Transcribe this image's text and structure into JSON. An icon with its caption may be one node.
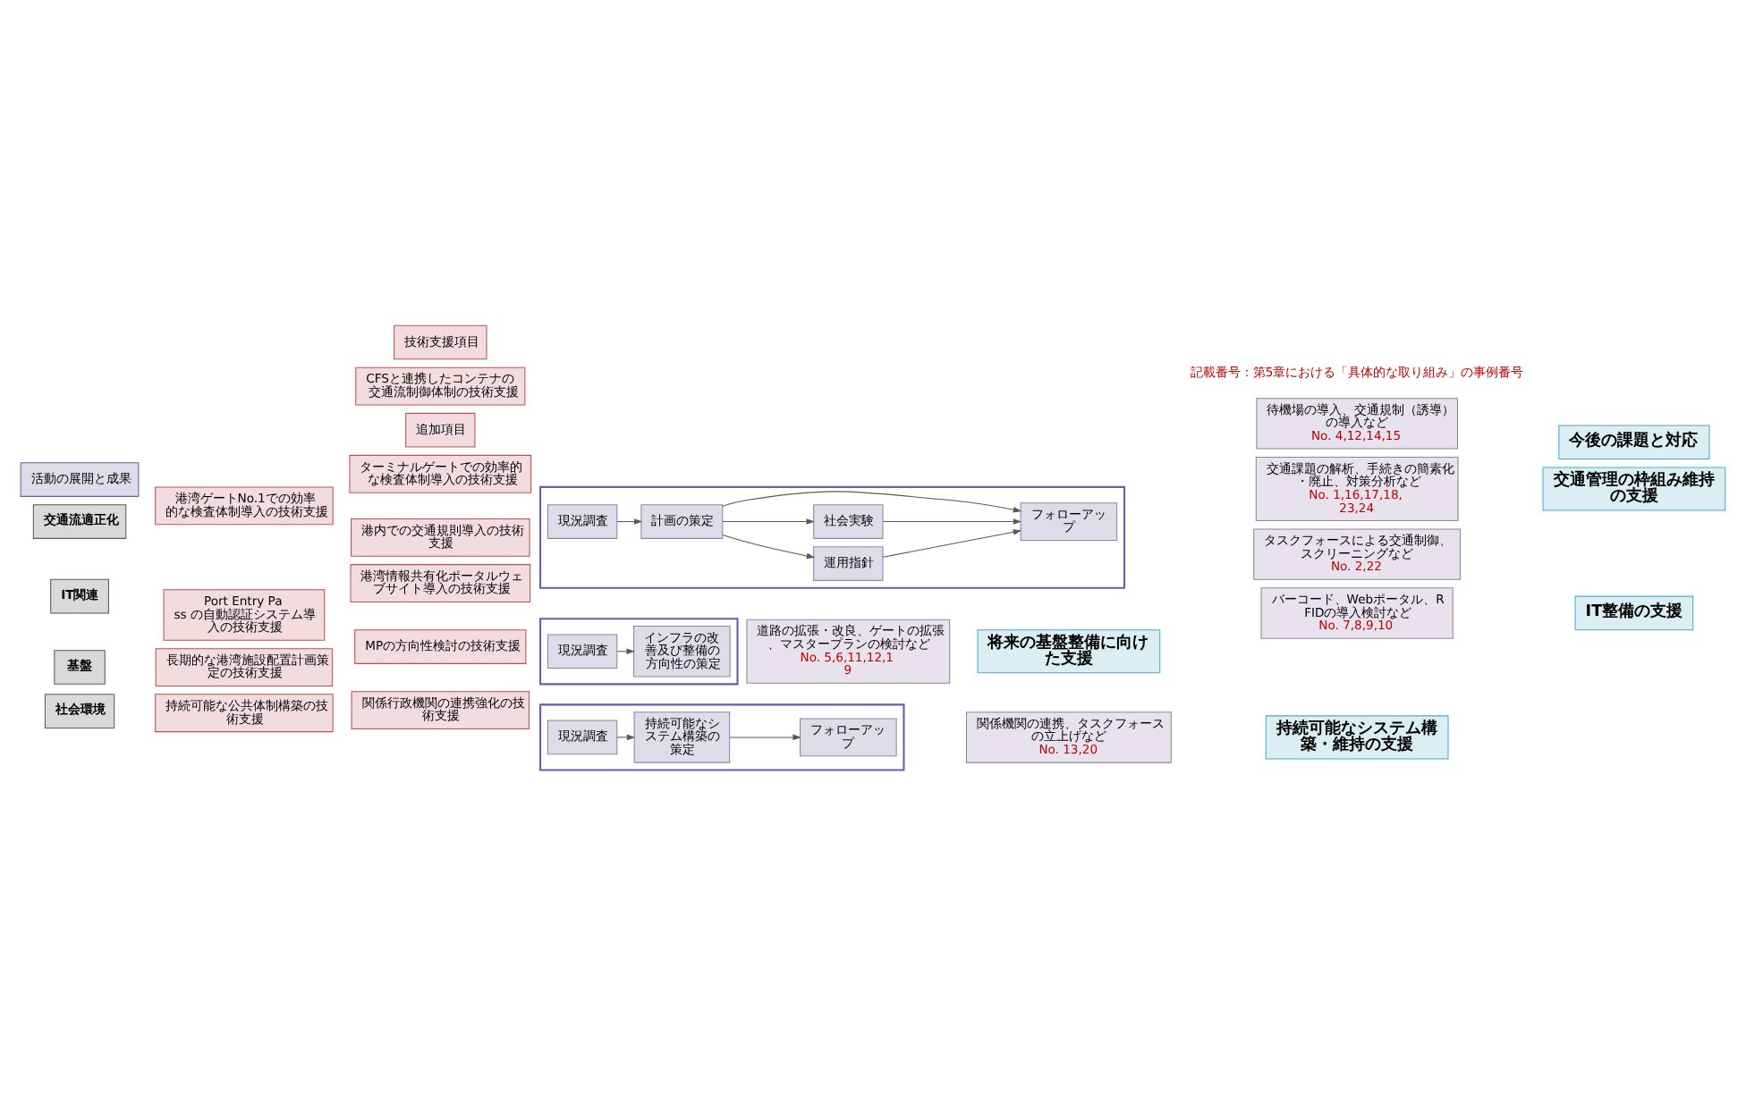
{
  "diagram": {
    "nodes": [
      {
        "text": [
          "技術支援項目"
        ]
      },
      {
        "text": [
          "追加項目"
        ]
      },
      {
        "text": [
          "活動の展開と成果"
        ]
      },
      {
        "text": [
          "今後の課題と対応"
        ]
      },
      {
        "text": [
          "交通流適正化"
        ]
      },
      {
        "text": [
          "CFSと連携したコンテナの交通流制御体制の技術支援"
        ]
      },
      {
        "text": [
          "港湾ゲートNo.1での効率的な検査体制導入の技術支援"
        ]
      },
      {
        "text": [
          "ターミナルゲートでの効率的な検査体制導入の技術支援"
        ]
      },
      {
        "text": [
          "港内での交通規則導入の技術支援"
        ]
      },
      {
        "text": [
          "IT関連"
        ]
      },
      {
        "text": [
          "港湾情報共有化ポータルウェブサイト導入の技術支援"
        ]
      },
      {
        "text": [
          "Port Entry Pass の自動認証システム導入の技術支援"
        ]
      },
      {
        "text": [
          "基盤"
        ]
      },
      {
        "text": [
          "長期的な港湾施設配置計画策定の技術支援"
        ]
      },
      {
        "text": [
          "MPの方向性検討の技術支援"
        ]
      },
      {
        "text": [
          "社会環境"
        ]
      },
      {
        "text": [
          "持続可能な公共体制構築の技術支援"
        ]
      },
      {
        "text": [
          "関係行政機関の連携強化の技術支援"
        ]
      },
      {
        "text": [],
        "shape": "box"
      },
      {
        "text": [
          "現況調査"
        ],
        "in": 18
      },
      {
        "text": [
          "計画の策定"
        ],
        "in": 18
      },
      {
        "text": [
          "運用指針"
        ],
        "in": 18
      },
      {
        "text": [
          "社会実験"
        ],
        "in": 18
      },
      {
        "text": [
          "フォローアップ"
        ],
        "in": 18
      },
      {
        "text": [],
        "shape": "box"
      },
      {
        "text": [
          "現況調査"
        ],
        "in": 24
      },
      {
        "text": [
          "インフラの改善及び整備の方向性の策定"
        ],
        "in": 24
      },
      {
        "text": [],
        "shape": "box"
      },
      {
        "text": [
          "現況調査"
        ],
        "in": 27
      },
      {
        "text": [
          "持続可能なシステム構築の策定"
        ],
        "in": 27
      },
      {
        "text": [
          "フォローアップ"
        ],
        "in": 27
      },
      {
        "text": [
          "待機場の導入、交通規制（誘導）の導入など",
          "No. 4,12,14,15"
        ]
      },
      {
        "text": [
          "交通課題の解析、手続きの簡素化・廃止、対策分析など",
          "No. 1,16,17,18,23,24"
        ]
      },
      {
        "text": [
          "タスクフォースによる交通制御、スクリーニングなど",
          "No. 2,22"
        ]
      },
      {
        "text": [
          "バーコード、Webポータル、RFIDの導入検討など",
          "No. 7,8,9,10"
        ]
      },
      {
        "text": [
          "道路の拡張・改良、ゲートの拡張、マスタープランの検討など",
          "No. 5,6,11,12,19"
        ]
      },
      {
        "text": [
          "関係機関の連携、タスクフォースの立上げなど",
          "No. 13,20"
        ]
      },
      {
        "text": [
          "交通管理の枠組み維持の支援"
        ]
      },
      {
        "text": [
          "IT整備の支援"
        ]
      },
      {
        "text": [
          "将来の基盤整備に向けた支援"
        ]
      },
      {
        "text": [
          "持続可能なシステム構築・維持の支援"
        ]
      }
    ],
    "edges": [
      {
        "from": 19,
        "to": 20,
        "arrow": "to"
      },
      {
        "from": 20,
        "to": 21,
        "arrow": "to"
      },
      {
        "from": 20,
        "to": 23,
        "arrow": "to"
      },
      {
        "from": 20,
        "to": 22,
        "arrow": "to"
      },
      {
        "from": 21,
        "to": 23,
        "arrow": "to"
      },
      {
        "from": 22,
        "to": 23,
        "arrow": "to"
      },
      {
        "from": 25,
        "to": 26,
        "arrow": "to"
      },
      {
        "from": 28,
        "to": 29,
        "arrow": "to"
      },
      {
        "from": 29,
        "to": 30,
        "arrow": "to"
      }
    ],
    "labels": [
      "記載番号：第5章における「具体的な取り組み」の事例番号"
    ]
  }
}
